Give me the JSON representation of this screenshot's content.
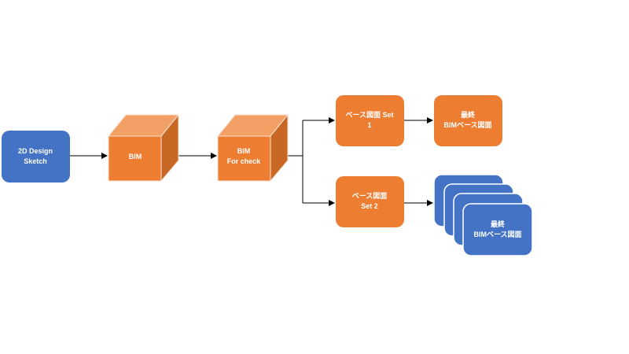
{
  "colors": {
    "blue": "#4472C4",
    "orange": "#ED7D31",
    "orange_top": "#F2A065",
    "orange_side": "#C96824",
    "connector": "#000000"
  },
  "nodes": {
    "sketch": {
      "lines": [
        "2D Design",
        "Sketch"
      ]
    },
    "bim": {
      "lines": [
        "BIM"
      ]
    },
    "bim_check": {
      "lines": [
        "BIM",
        "For check"
      ]
    },
    "base_set1": {
      "lines": [
        "ベース図面 Set",
        "1"
      ]
    },
    "final_set1": {
      "lines": [
        "最終",
        "BIMベース図面"
      ]
    },
    "base_set2": {
      "lines": [
        "ベース図面",
        "Set 2"
      ]
    },
    "final_set2": {
      "lines": [
        "最終",
        "BIMベース図面"
      ]
    }
  }
}
